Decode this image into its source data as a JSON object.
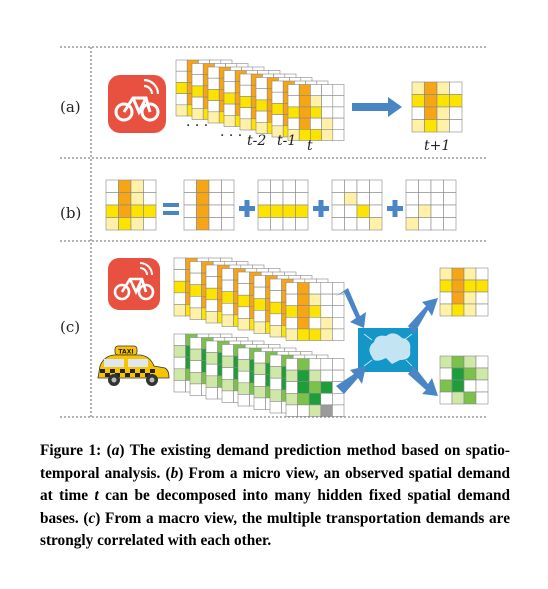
{
  "rows": [
    {
      "label": "(a)"
    },
    {
      "label": "(b)"
    },
    {
      "label": "(c)"
    }
  ],
  "time_labels": [
    "t-2",
    "t-1",
    "t",
    "t+1"
  ],
  "dots": [
    "· · ·",
    "· · ·"
  ],
  "icons": {
    "bike": "bike-icon",
    "taxi": "taxi-icon",
    "brain": "brain-icon",
    "taxi_text": "TAXI"
  },
  "colors": {
    "bike_bg": "#e8513f",
    "orange": "#f5a515",
    "yellow": "#fde300",
    "light_yellow": "#fff2a8",
    "green_dark": "#1e9e3a",
    "green_mid": "#7cc24a",
    "green_light": "#cfe8a8",
    "arrow": "#4a86c5",
    "taxi_yellow": "#f8c400",
    "brain_bg": "#1496c8"
  },
  "caption": {
    "p1": "Figure 1: (",
    "p2": "a",
    "p3": ") The existing demand prediction method based on spatio-temporal analysis. (",
    "p4": "b",
    "p5": ") From a micro view, an observed spatial demand at time ",
    "p6": "t",
    "p7": " can be decomposed into many hidden fixed spatial demand bases. (",
    "p8": "c",
    "p9": ") From a macro view, the multiple transportation demands are strongly correlated with each other."
  }
}
